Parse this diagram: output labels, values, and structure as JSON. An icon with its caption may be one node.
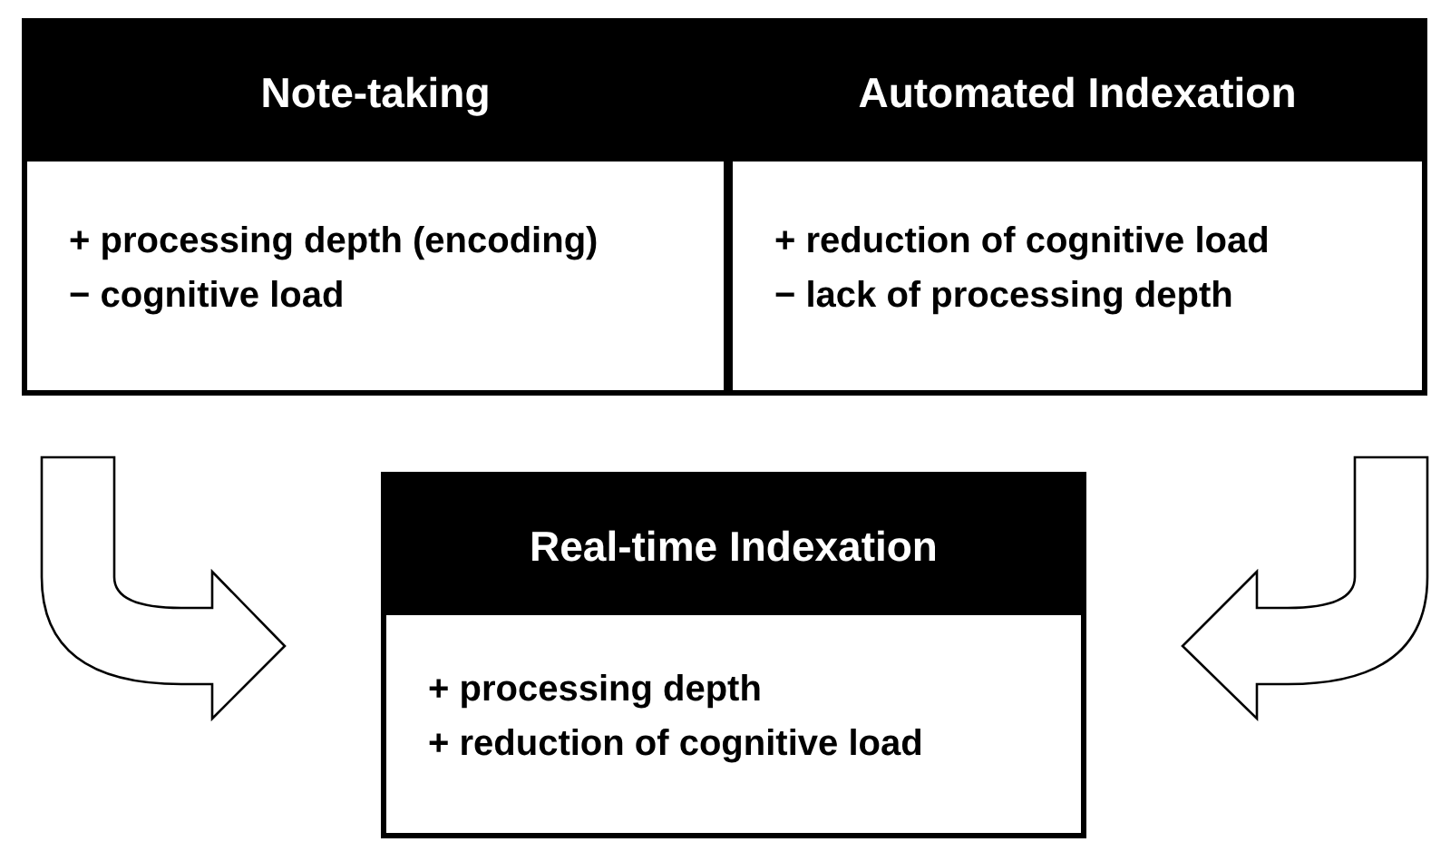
{
  "diagram": {
    "nodes": [
      {
        "text": [
          "Note-taking",
          "+ processing depth (encoding)",
          "− cognitive load"
        ]
      },
      {
        "text": [
          "Automated Indexation",
          "+ reduction of cognitive load",
          "− lack of processing depth"
        ]
      },
      {
        "text": [
          "Real-time Indexation",
          "+ processing depth",
          "+ reduction of cognitive load"
        ]
      }
    ],
    "edges": [
      {
        "from": 0,
        "to": 2,
        "arrow": "to"
      },
      {
        "from": 1,
        "to": 2,
        "arrow": "to"
      }
    ]
  }
}
